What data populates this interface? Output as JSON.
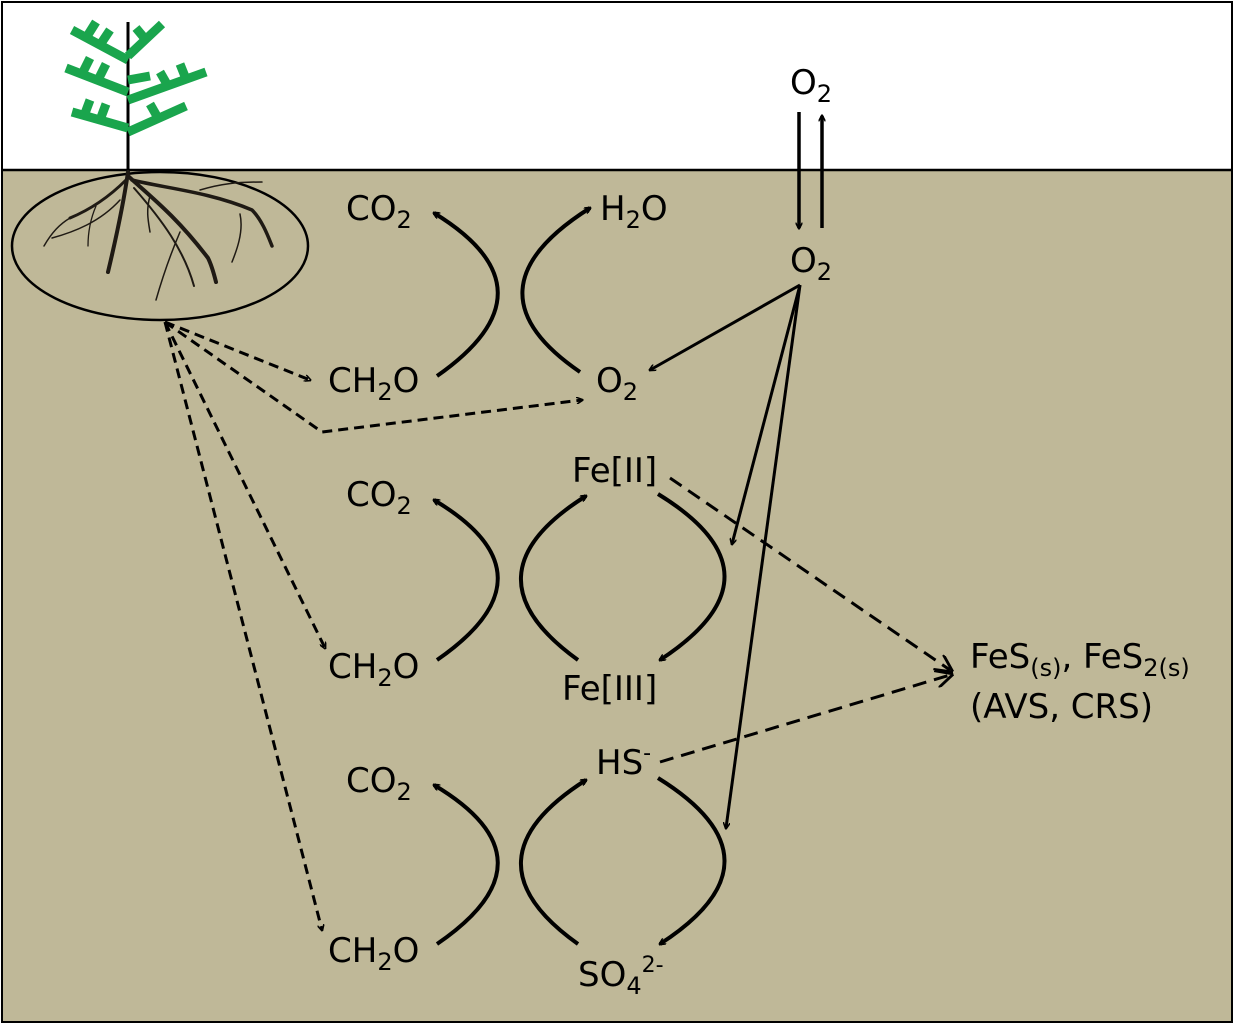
{
  "colors": {
    "sky": "#ffffff",
    "sediment": "#bfb898",
    "plant": "#1aa54d",
    "stroke": "#000000"
  },
  "labels": {
    "o2_atmosphere": {
      "base": "O",
      "sub": "2"
    },
    "o2_sediment": {
      "base": "O",
      "sub": "2"
    },
    "co2_1": {
      "base": "CO",
      "sub": "2"
    },
    "h2o": {
      "pre": "H",
      "sub": "2",
      "post": "O"
    },
    "ch2o_1": {
      "pre": "CH",
      "sub": "2",
      "post": "O"
    },
    "o2_reduced": {
      "base": "O",
      "sub": "2"
    },
    "fe2": "Fe[II]",
    "co2_2": {
      "base": "CO",
      "sub": "2"
    },
    "ch2o_2": {
      "pre": "CH",
      "sub": "2",
      "post": "O"
    },
    "fe3": "Fe[III]",
    "fes": {
      "a": "FeS",
      "a_sub": "(s)",
      "sep": ", FeS",
      "b_sub": "2(s)"
    },
    "avs_crs": "(AVS, CRS)",
    "hs": {
      "base": "HS",
      "sup": "-"
    },
    "co2_3": {
      "base": "CO",
      "sub": "2"
    },
    "ch2o_3": {
      "pre": "CH",
      "sub": "2",
      "post": "O"
    },
    "so4": {
      "base": "SO",
      "sub": "4",
      "sup": "2-"
    }
  }
}
